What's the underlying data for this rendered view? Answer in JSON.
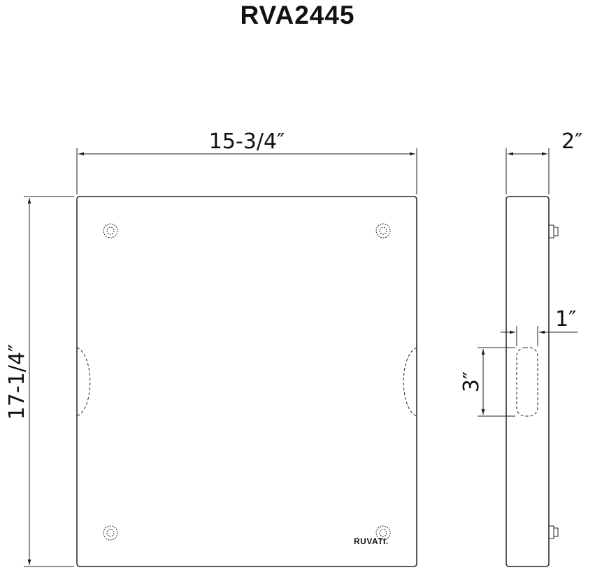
{
  "title": "RVA2445",
  "dimensions": {
    "width": "15-3/4″",
    "height": "17-1/4″",
    "depth": "2″",
    "handle_depth": "1″",
    "handle_height": "3″"
  },
  "brand": "RUVATI."
}
